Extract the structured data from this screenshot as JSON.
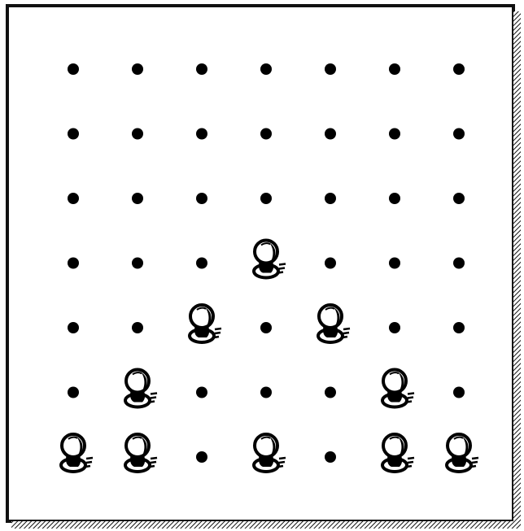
{
  "board": {
    "columns": 7,
    "rows": 7,
    "peg_color": "#000000",
    "background_color": "#ffffff",
    "border_color": "#111111",
    "pegs": [
      {
        "col": 3,
        "row": 3
      },
      {
        "col": 2,
        "row": 4
      },
      {
        "col": 4,
        "row": 4
      },
      {
        "col": 1,
        "row": 5
      },
      {
        "col": 5,
        "row": 5
      },
      {
        "col": 0,
        "row": 6
      },
      {
        "col": 1,
        "row": 6
      },
      {
        "col": 3,
        "row": 6
      },
      {
        "col": 5,
        "row": 6
      },
      {
        "col": 6,
        "row": 6
      }
    ]
  }
}
